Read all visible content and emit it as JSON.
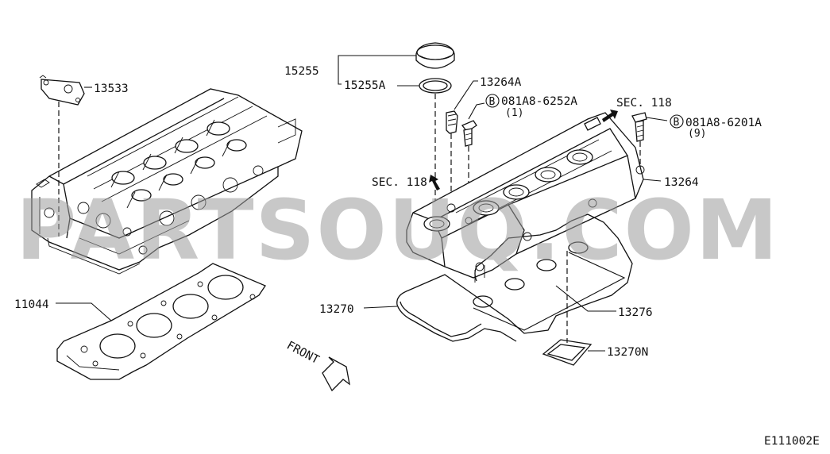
{
  "watermark": "PARTSOUQ.COM",
  "figure_code": "E111002E",
  "front_label": "FRONT",
  "callouts": {
    "p13533": "13533",
    "p11044": "11044",
    "p15255": "15255",
    "p15255a": "15255A",
    "p13264a": "13264A",
    "bolt1_code": "081A8-6252A",
    "bolt1_qty": "(1)",
    "sec118_top": "SEC. 118",
    "bolt2_code": "081A8-6201A",
    "bolt2_qty": "(9)",
    "sec118_left": "SEC. 118",
    "p13264": "13264",
    "p13270": "13270",
    "p13276": "13276",
    "p13270n": "13270N"
  },
  "bolt_badge_letter": "B"
}
